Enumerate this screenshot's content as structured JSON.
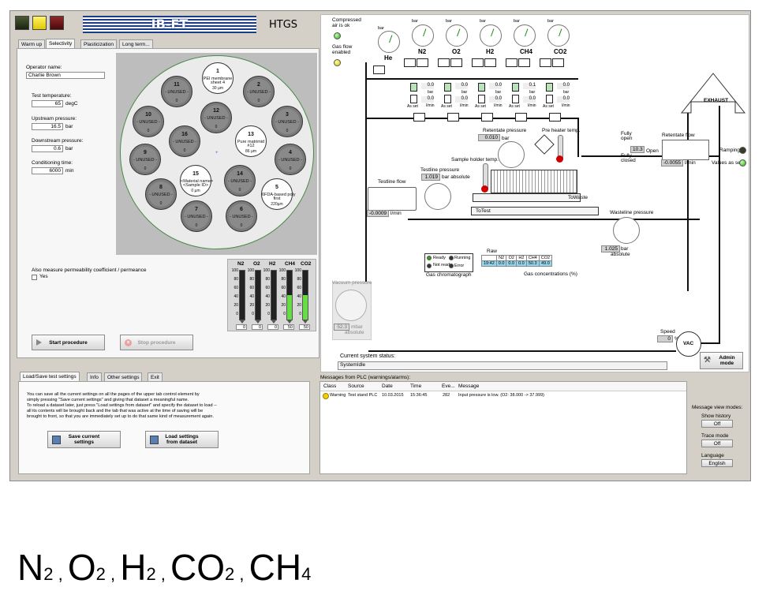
{
  "header": {
    "logo_text": "IB-FT",
    "title": "HTGS",
    "color_buttons": [
      "#2d3a1e",
      "#f5e400",
      "#6a1515"
    ]
  },
  "main_tabs": [
    {
      "label": "Warm up"
    },
    {
      "label": "Selectivity"
    },
    {
      "label": "Plasticization"
    },
    {
      "label": "Long term..."
    }
  ],
  "form": {
    "operator_label": "Operator name:",
    "operator_value": "Charlie Brown",
    "test_temp_label": "Test temperature:",
    "test_temp_value": "65",
    "test_temp_unit": "degC",
    "upstream_label": "Upstream pressure:",
    "upstream_value": "16.5",
    "upstream_unit": "bar",
    "downstream_label": "Downstream pressure:",
    "downstream_value": "0.6",
    "downstream_unit": "bar",
    "conditioning_label": "Conditioning time:",
    "conditioning_value": "6000",
    "conditioning_unit": "min",
    "also_measure_label": "Also measure permeability coefficient / permeance",
    "yes_label": "Yes"
  },
  "carousel": {
    "slots": [
      {
        "n": "1",
        "l1": "PEI membrane",
        "l2": "sheet 4",
        "l3": "30 µm",
        "state": "white"
      },
      {
        "n": "2",
        "l1": "- UNUSED -",
        "l3": "0",
        "state": "gray"
      },
      {
        "n": "3",
        "l1": "- UNUSED -",
        "l3": "0",
        "state": "gray"
      },
      {
        "n": "4",
        "l1": "- UNUSED -",
        "l3": "0",
        "state": "gray"
      },
      {
        "n": "5",
        "l1": "6FDA-based poly",
        "l2": "first",
        "l3": "220µm",
        "state": "white"
      },
      {
        "n": "6",
        "l1": "- UNUSED -",
        "l3": "0",
        "state": "gray"
      },
      {
        "n": "7",
        "l1": "- UNUSED -",
        "l3": "0",
        "state": "gray"
      },
      {
        "n": "8",
        "l1": "- UNUSED -",
        "l3": "0",
        "state": "gray"
      },
      {
        "n": "9",
        "l1": "- UNUSED -",
        "l3": "0",
        "state": "gray"
      },
      {
        "n": "10",
        "l1": "- UNUSED -",
        "l3": "0",
        "state": "gray"
      },
      {
        "n": "11",
        "l1": "- UNUSED -",
        "l3": "0",
        "state": "gray"
      },
      {
        "n": "12",
        "l1": "- UNUSED -",
        "l3": "0",
        "state": "gray"
      },
      {
        "n": "13",
        "l1": "Pure matrimid",
        "l2": "#12",
        "l3": "86 µm",
        "state": "white"
      },
      {
        "n": "14",
        "l1": "- UNUSED -",
        "l3": "0",
        "state": "gray"
      },
      {
        "n": "15",
        "l1": "<Material name>",
        "l2": "<Sample ID>",
        "l3": "0    µm",
        "state": "white"
      },
      {
        "n": "16",
        "l1": "- UNUSED -",
        "l3": "0",
        "state": "gray"
      }
    ]
  },
  "gas_bars": {
    "labels": [
      "N2",
      "O2",
      "H2",
      "CH4",
      "CO2"
    ],
    "ticks": [
      "100",
      "80",
      "60",
      "40",
      "20",
      "0"
    ],
    "values": [
      "0",
      "0",
      "0",
      "50",
      "50"
    ],
    "fractions": [
      0,
      0,
      0,
      0.5,
      0.5
    ]
  },
  "procedure": {
    "start_label": "Start procedure",
    "stop_label": "Stop procedure"
  },
  "bottom_tabs": [
    {
      "label": "Load/Save test settings"
    },
    {
      "label": "Info"
    },
    {
      "label": "Other settings"
    },
    {
      "label": "Exit"
    }
  ],
  "load_save": {
    "text1": "You can save all the current settings on all the pages of the upper tab control element by",
    "text2": "simply pressing \"Save current settings\" and giving that dataset a meaningful name.",
    "text3": "To reload a dataset later, just press \"Load settings from dataset\" and specify the dataset to load --",
    "text4": "all its contents will be brought back and the tab that was active at the time of saving will be",
    "text5": "brought to front, so that you are immediately set up to do that same kind of measurement again.",
    "save_label1": "Save current",
    "save_label2": "settings",
    "load_label1": "Load settings",
    "load_label2": "from dataset"
  },
  "process": {
    "compressed_air_label1": "Compressed",
    "compressed_air_label2": "air is ok",
    "gas_flow_label1": "Gas flow",
    "gas_flow_label2": "enabled",
    "bar": "bar",
    "lmin": "l/min",
    "as_set": "As set",
    "gases": [
      "He",
      "N2",
      "O2",
      "H2",
      "CH4",
      "CO2"
    ],
    "mfc_bar_values": [
      "0.0",
      "0.0",
      "0.0",
      "0.1",
      "0.0"
    ],
    "mfc_flow_values": [
      "0.0",
      "0.0",
      "0.0",
      "0.0",
      "0.0"
    ],
    "retentate_pressure_label": "Retentate pressure",
    "retentate_pressure_value": "0.010",
    "preheater_label": "Pre heater temp.",
    "sample_holder_label": "Sample holder temp.",
    "testline_pressure_label": "Testline pressure",
    "testline_pressure_value": "1.019",
    "testline_pressure_unit": "bar  absolute",
    "testline_flow_label": "Testline flow",
    "testline_flow_value": "-0.0009",
    "fully_open": "Fully open",
    "fully_closed": "Fully closed",
    "open_value": "10.3",
    "open_label": "Open",
    "retentate_flow_label": "Retentate flow",
    "retentate_flow_value": "-0.0055",
    "exhaust_label": "EXHAUST",
    "ramping_label": "Ramping",
    "values_as_set_label": "Values as set",
    "to_waste_label": "ToWaste",
    "to_test_label": "ToTest",
    "wasteline_pressure_label": "Wasteline pressure",
    "wasteline_pressure_value": "1.025",
    "wasteline_unit1": "bar",
    "wasteline_unit2": "absolute",
    "gc_label": "Gas chromatograph",
    "gc_ready": "Ready",
    "gc_running": "Running",
    "gc_not_ready": "Not ready",
    "gc_error": "Error",
    "raw_label": "Raw",
    "gas_conc_label": "Gas concentrations (%)",
    "conc_headers": [
      "N2",
      "O2",
      "H2",
      "CH4",
      "CO2"
    ],
    "conc_row": [
      "19:42",
      "0.0",
      "0.0",
      "0.0",
      "50.3",
      "49.0"
    ],
    "vacuum_label": "Vacuum pressure",
    "vacuum_value": "52.3",
    "vacuum_unit1": "mbar",
    "vacuum_unit2": "absolute",
    "speed_label": "Speed",
    "speed_value": "0",
    "speed_unit": "%",
    "vac_label": "VAC",
    "system_status_label": "Current system status:",
    "system_status_value": "SystemIdle",
    "admin_label1": "Admin",
    "admin_label2": "mode"
  },
  "messages": {
    "title": "Messages from PLC (warnings/alarms):",
    "headers": [
      "Class",
      "Source",
      "Date",
      "Time",
      "Eve...",
      "Message"
    ],
    "rows": [
      {
        "class": "Warning",
        "source": "Test stand PLC",
        "date": "10.03.2015",
        "time": "15:36:45",
        "event": "282",
        "message": "Input pressure is low. (O2: 38.000 -> 37.999)"
      }
    ]
  },
  "view_modes": {
    "title": "Message view modes:",
    "show_history_label": "Show history",
    "show_history_value": "Off",
    "trace_mode_label": "Trace mode",
    "trace_mode_value": "Off",
    "language_label": "Language",
    "language_value": "English"
  },
  "caption": {
    "parts": [
      {
        "base": "N",
        "sub": "2"
      },
      {
        "base": "O",
        "sub": "2"
      },
      {
        "base": "H",
        "sub": "2"
      },
      {
        "base": "CO",
        "sub": "2"
      },
      {
        "base": "CH",
        "sub": "4"
      }
    ]
  }
}
